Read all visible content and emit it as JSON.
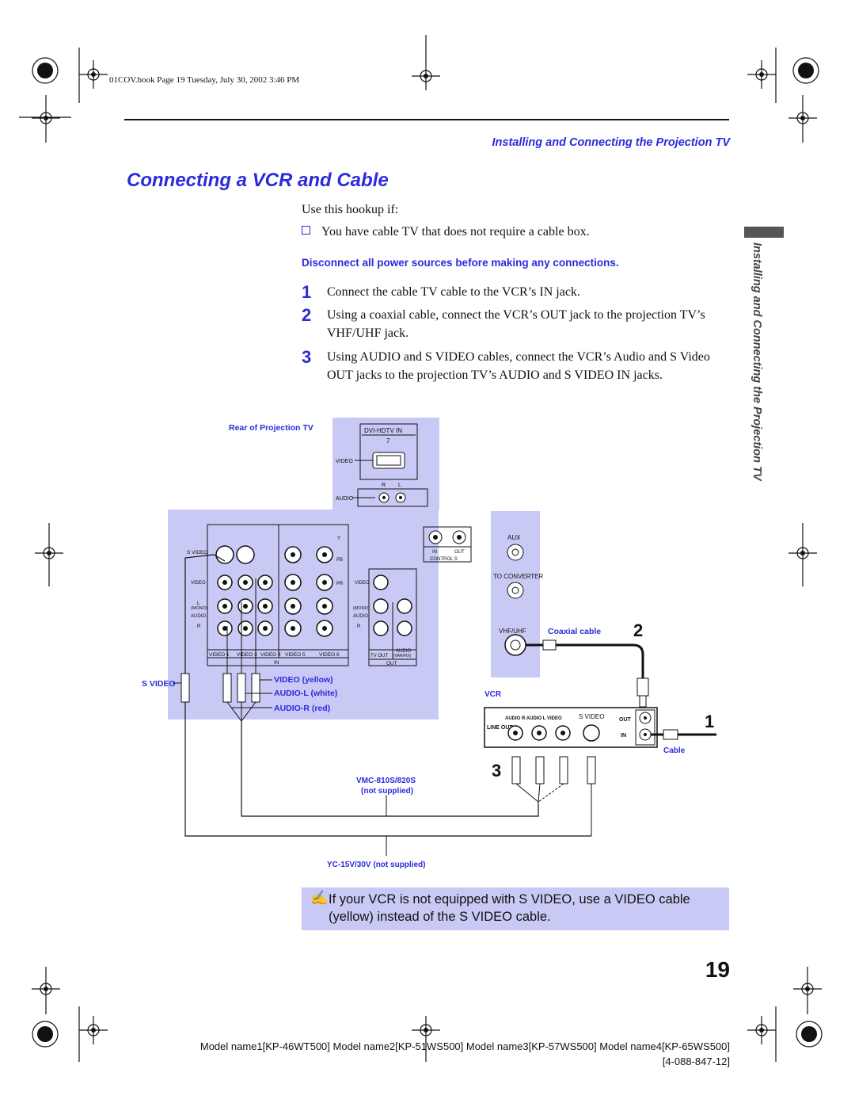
{
  "printer_line": "01COV.book  Page 19  Tuesday, July 30, 2002  3:46 PM",
  "section_header": "Installing and Connecting the Projection TV",
  "title": "Connecting a VCR and Cable",
  "intro": "Use this hookup if:",
  "bullet": "You have cable TV that does not require a cable box.",
  "warning": "Disconnect all power sources before making any connections.",
  "steps": [
    {
      "num": "1",
      "text": "Connect the cable TV cable to the VCR’s IN jack."
    },
    {
      "num": "2",
      "text": "Using a coaxial cable, connect the VCR’s OUT jack to the projection TV’s VHF/UHF jack."
    },
    {
      "num": "3",
      "text": "Using AUDIO and S VIDEO cables, connect the VCR’s Audio and S Video OUT jacks to the projection TV’s AUDIO and S VIDEO IN jacks."
    }
  ],
  "side_tab_text": "Installing and Connecting the Projection TV",
  "diagram": {
    "rear_label": "Rear of Projection TV",
    "dvi_label": "DVI-HDTV IN",
    "dvi_num": "7",
    "video": "VIDEO",
    "audio": "AUDIO",
    "r": "R",
    "l": "L",
    "y": "Y",
    "pb": "PB",
    "pr": "PR",
    "mono": "(MONO)",
    "s_video_small": "S VIDEO",
    "panel_videos": [
      "VIDEO 1",
      "VIDEO 3",
      "VIDEO 4",
      "VIDEO 5",
      "VIDEO 6"
    ],
    "in": "IN",
    "out": "OUT",
    "tv_out": "TV OUT",
    "var_fix": "(VAR/FIX)",
    "control_s": "CONTROL S",
    "aux": "AUX",
    "to_converter": "TO CONVERTER",
    "vhf_uhf": "VHF/UHF",
    "coaxial_cable": "Coaxial cable",
    "s_video_label": "S VIDEO",
    "video_yellow": "VIDEO (yellow)",
    "audio_l_white": "AUDIO-L (white)",
    "audio_r_red": "AUDIO-R (red)",
    "vcr": "VCR",
    "vcr_jacks": "AUDIO R  AUDIO L  VIDEO",
    "line_out": "LINE OUT",
    "cable": "Cable",
    "vmc": "VMC-810S/820S",
    "not_supplied": "(not supplied)",
    "yc": "YC-15V/30V (not supplied)",
    "step_1": "1",
    "step_2": "2",
    "step_3": "3"
  },
  "note_icon": "✍",
  "note": "If your VCR is not equipped with S VIDEO, use a VIDEO cable (yellow) instead of the S VIDEO cable.",
  "page_number": "19",
  "footer_models": "Model name1[KP-46WT500] Model name2[KP-51WS500] Model name3[KP-57WS500] Model name4[KP-65WS500]",
  "footer_code": "[4-088-847-12]",
  "colors": {
    "accent_blue": "#2a2adf",
    "panel_lavender": "#c9c9f5",
    "note_box": "#c9c9f5"
  }
}
